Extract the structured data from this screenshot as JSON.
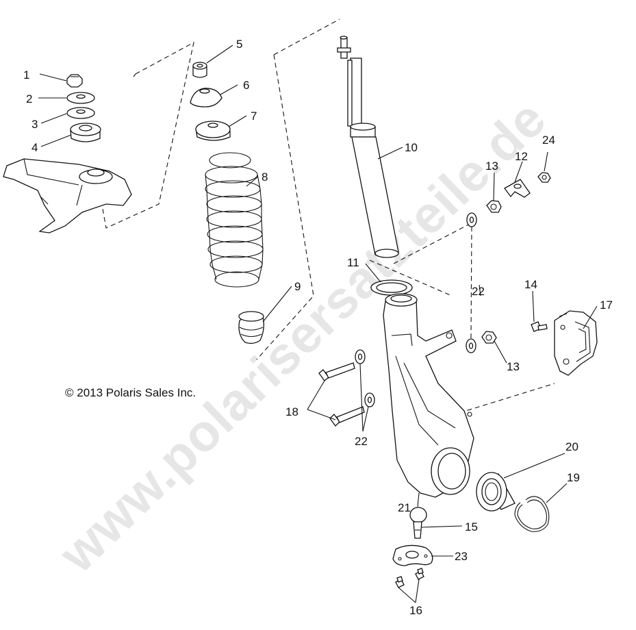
{
  "watermark": "www.polarisersatzteile.de",
  "copyright": "© 2013 Polaris Sales Inc.",
  "callouts": [
    {
      "id": "c1",
      "text": "1"
    },
    {
      "id": "c2",
      "text": "2"
    },
    {
      "id": "c3",
      "text": "3"
    },
    {
      "id": "c4",
      "text": "4"
    },
    {
      "id": "c5",
      "text": "5"
    },
    {
      "id": "c6",
      "text": "6"
    },
    {
      "id": "c7",
      "text": "7"
    },
    {
      "id": "c8",
      "text": "8"
    },
    {
      "id": "c9",
      "text": "9"
    },
    {
      "id": "c10",
      "text": "10"
    },
    {
      "id": "c11",
      "text": "11"
    },
    {
      "id": "c12",
      "text": "12"
    },
    {
      "id": "c13a",
      "text": "13"
    },
    {
      "id": "c13b",
      "text": "13"
    },
    {
      "id": "c14",
      "text": "14"
    },
    {
      "id": "c15",
      "text": "15"
    },
    {
      "id": "c16",
      "text": "16"
    },
    {
      "id": "c17",
      "text": "17"
    },
    {
      "id": "c18",
      "text": "18"
    },
    {
      "id": "c19",
      "text": "19"
    },
    {
      "id": "c20",
      "text": "20"
    },
    {
      "id": "c21",
      "text": "21"
    },
    {
      "id": "c22a",
      "text": "22"
    },
    {
      "id": "c22b",
      "text": "22"
    },
    {
      "id": "c23",
      "text": "23"
    },
    {
      "id": "c24",
      "text": "24"
    }
  ]
}
